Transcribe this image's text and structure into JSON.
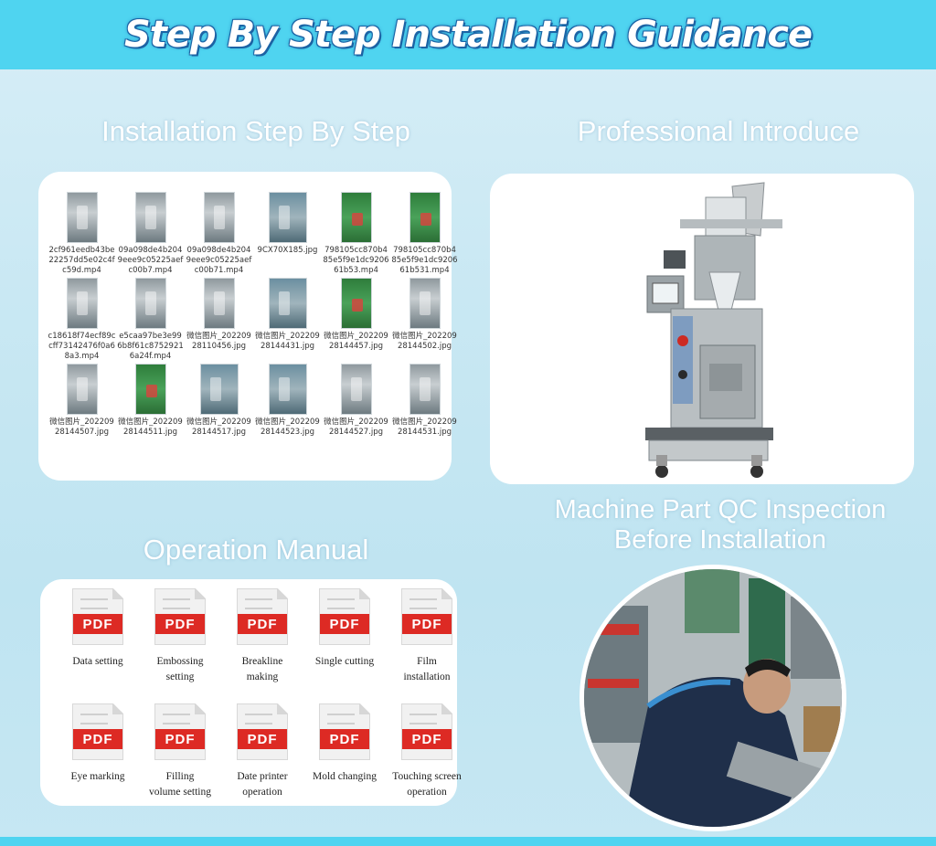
{
  "header": {
    "title": "Step By Step Installation Guidance"
  },
  "sections": {
    "installation": "Installation Step By Step",
    "professional": "Professional Introduce",
    "operation": "Operation Manual",
    "qc_line1": "Machine Part QC Inspection",
    "qc_line2": "Before Installation"
  },
  "files": [
    {
      "name": "2cf961eedb43be22257dd5e02c4fc59d.mp4",
      "thumb": "grey"
    },
    {
      "name": "09a098de4b2049eee9c05225aefc00b7.mp4",
      "thumb": "grey"
    },
    {
      "name": "09a098de4b2049eee9c05225aefc00b71.mp4",
      "thumb": "grey"
    },
    {
      "name": "9CX70X185.jpg",
      "thumb": "wide"
    },
    {
      "name": "798105cc870b485e5f9e1dc920661b53.mp4",
      "thumb": "green"
    },
    {
      "name": "798105cc870b485e5f9e1dc920661b531.mp4",
      "thumb": "green"
    },
    {
      "name": "c18618f74ecf89ccff73142476f0a68a3.mp4",
      "thumb": "grey"
    },
    {
      "name": "e5caa97be3e996b8f61c87529216a24f.mp4",
      "thumb": "grey"
    },
    {
      "name": "微信图片_20220928110456.jpg",
      "thumb": "grey"
    },
    {
      "name": "微信图片_20220928144431.jpg",
      "thumb": "wide"
    },
    {
      "name": "微信图片_20220928144457.jpg",
      "thumb": "green"
    },
    {
      "name": "微信图片_20220928144502.jpg",
      "thumb": "grey"
    },
    {
      "name": "微信图片_20220928144507.jpg",
      "thumb": "grey"
    },
    {
      "name": "微信图片_20220928144511.jpg",
      "thumb": "green"
    },
    {
      "name": "微信图片_20220928144517.jpg",
      "thumb": "wide"
    },
    {
      "name": "微信图片_20220928144523.jpg",
      "thumb": "wide"
    },
    {
      "name": "微信图片_20220928144527.jpg",
      "thumb": "grey"
    },
    {
      "name": "微信图片_20220928144531.jpg",
      "thumb": "grey"
    }
  ],
  "pdf_badge": "PDF",
  "manuals": [
    {
      "line1": "Data setting",
      "line2": ""
    },
    {
      "line1": "Embossing",
      "line2": "setting"
    },
    {
      "line1": "Breakline",
      "line2": "making"
    },
    {
      "line1": "Single cutting",
      "line2": ""
    },
    {
      "line1": "Film",
      "line2": "installation"
    },
    {
      "line1": "Eye marking",
      "line2": ""
    },
    {
      "line1": "Filling",
      "line2": "volume setting"
    },
    {
      "line1": "Date printer",
      "line2": "operation"
    },
    {
      "line1": "Mold changing",
      "line2": ""
    },
    {
      "line1": "Touching screen",
      "line2": "operation"
    }
  ],
  "colors": {
    "header": "#4fd4f0",
    "pdf_red": "#dd2a24",
    "background": "#c9e8f3"
  }
}
